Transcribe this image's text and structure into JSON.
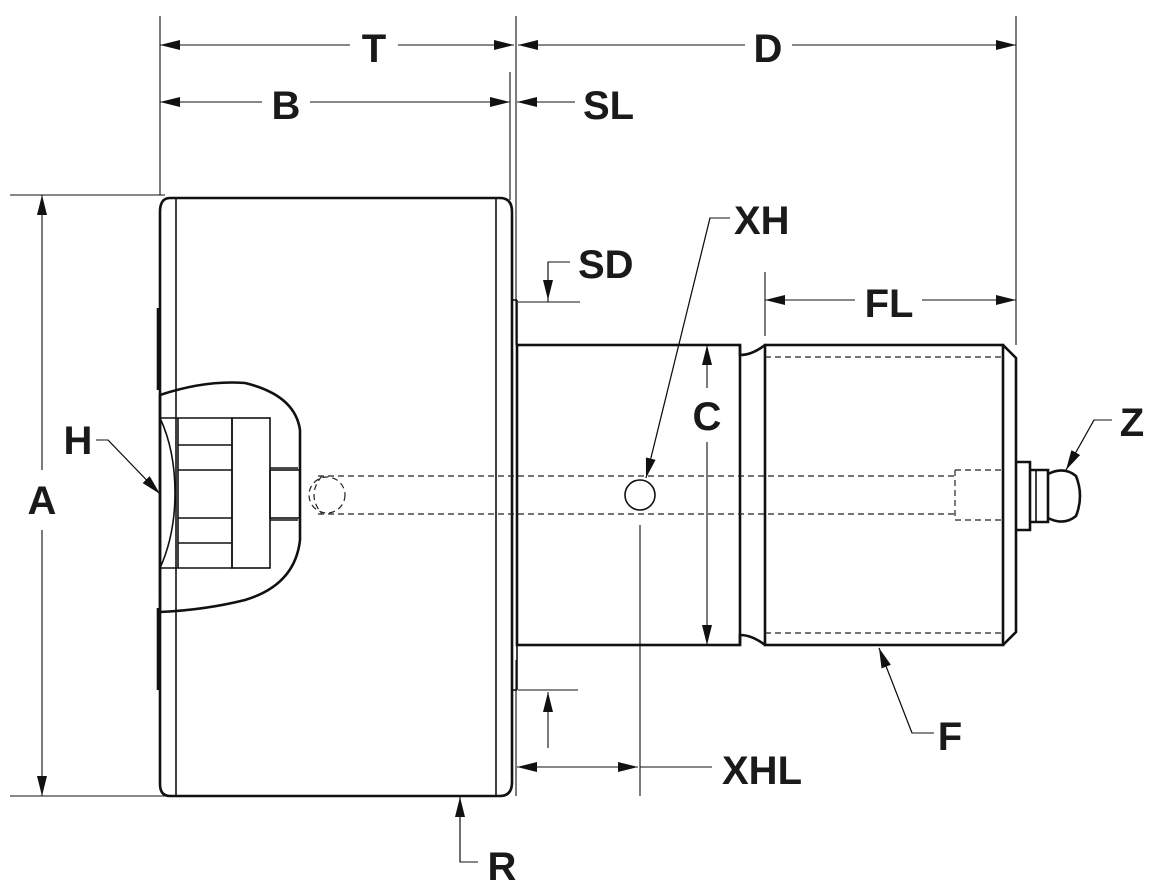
{
  "labels": {
    "T": "T",
    "D": "D",
    "B": "B",
    "SL": "SL",
    "XH": "XH",
    "SD": "SD",
    "FL": "FL",
    "H": "H",
    "C": "C",
    "Z": "Z",
    "A": "A",
    "F": "F",
    "XHL": "XHL",
    "R": "R"
  },
  "colors": {
    "line": "#111111",
    "background": "#ffffff"
  }
}
